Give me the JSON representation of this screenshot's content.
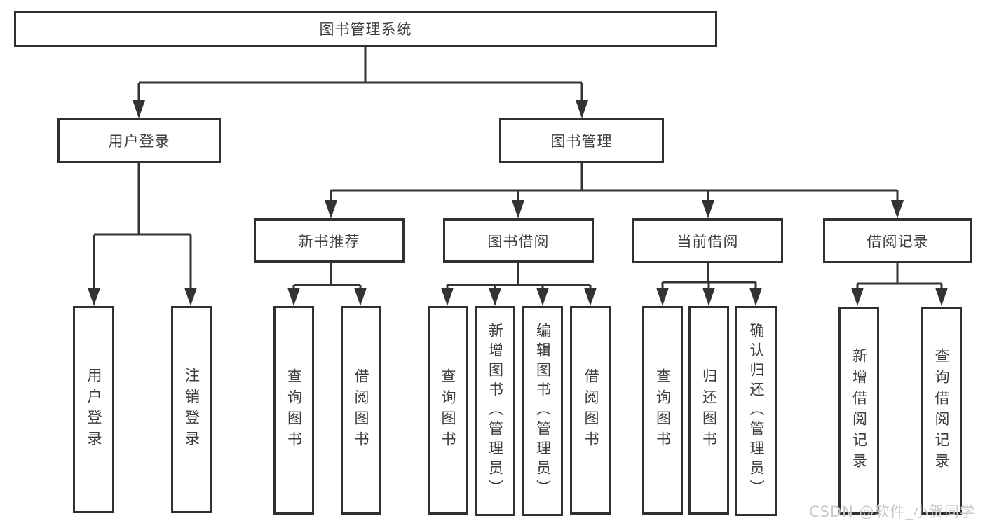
{
  "diagram": {
    "root": {
      "label": "图书管理系统"
    },
    "level2": [
      {
        "label": "用户登录"
      },
      {
        "label": "图书管理"
      }
    ],
    "level3": [
      {
        "label": "新书推荐"
      },
      {
        "label": "图书借阅"
      },
      {
        "label": "当前借阅"
      },
      {
        "label": "借阅记录"
      }
    ],
    "leaves": {
      "user_login": [
        {
          "label": "用户登录"
        },
        {
          "label": "注销登录"
        }
      ],
      "new_books": [
        {
          "label": "查询图书"
        },
        {
          "label": "借阅图书"
        }
      ],
      "book_borrow": [
        {
          "label": "查询图书"
        },
        {
          "label": "新增图书（管理员）"
        },
        {
          "label": "编辑图书（管理员）"
        },
        {
          "label": "借阅图书"
        }
      ],
      "current_borrow": [
        {
          "label": "查询图书"
        },
        {
          "label": "归还图书"
        },
        {
          "label": "确认归还（管理员）"
        }
      ],
      "borrow_records": [
        {
          "label": "新增借阅记录"
        },
        {
          "label": "查询借阅记录"
        }
      ]
    }
  },
  "watermark": {
    "text": "CSDN @软件_小贺同学"
  },
  "colors": {
    "line": "#333333",
    "text": "#3d3d3d",
    "watermark": "#c9c9c9",
    "background": "#ffffff"
  }
}
